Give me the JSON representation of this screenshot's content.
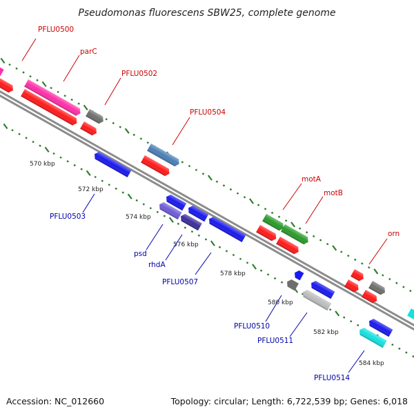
{
  "title": "Pseudomonas fluorescens SBW25, complete genome",
  "footer": {
    "accession": "Accession: NC_012660",
    "topology": "Topology: circular; Length: 6,722,539 bp; Genes: 6,018"
  },
  "colors": {
    "backbone": "#8c8c8c",
    "tick": "#2e7d2e",
    "forward_label": "#cc0000",
    "reverse_label": "#0000aa"
  },
  "ticks": [
    {
      "label": "570 kbp"
    },
    {
      "label": "572 kbp"
    },
    {
      "label": "574 kbp"
    },
    {
      "label": "576 kbp"
    },
    {
      "label": "578 kbp"
    },
    {
      "label": "580 kbp"
    },
    {
      "label": "582 kbp"
    },
    {
      "label": "584 kbp"
    }
  ],
  "gene_labels": [
    {
      "text": "PFLU0500",
      "strand": "forward"
    },
    {
      "text": "parC",
      "strand": "forward"
    },
    {
      "text": "PFLU0502",
      "strand": "forward"
    },
    {
      "text": "PFLU0504",
      "strand": "forward"
    },
    {
      "text": "motA",
      "strand": "forward"
    },
    {
      "text": "motB",
      "strand": "forward"
    },
    {
      "text": "orn",
      "strand": "forward"
    },
    {
      "text": "PFLU0503",
      "strand": "reverse"
    },
    {
      "text": "psd",
      "strand": "reverse"
    },
    {
      "text": "rhdA",
      "strand": "reverse"
    },
    {
      "text": "PFLU0507",
      "strand": "reverse"
    },
    {
      "text": "PFLU0510",
      "strand": "reverse"
    },
    {
      "text": "PFLU0511",
      "strand": "reverse"
    },
    {
      "text": "PFLU0514",
      "strand": "reverse"
    }
  ],
  "feature_colors": {
    "red": "#ff1a1a",
    "magenta": "#ff2fa8",
    "gray": "#6e6e6e",
    "steel": "#4a7fb5",
    "blue": "#1a1aee",
    "lavender": "#6e5cd6",
    "indigo": "#3c2f9a",
    "green": "#2a9a2a",
    "silver": "#bdbdbd",
    "cyan": "#16e0e0"
  }
}
